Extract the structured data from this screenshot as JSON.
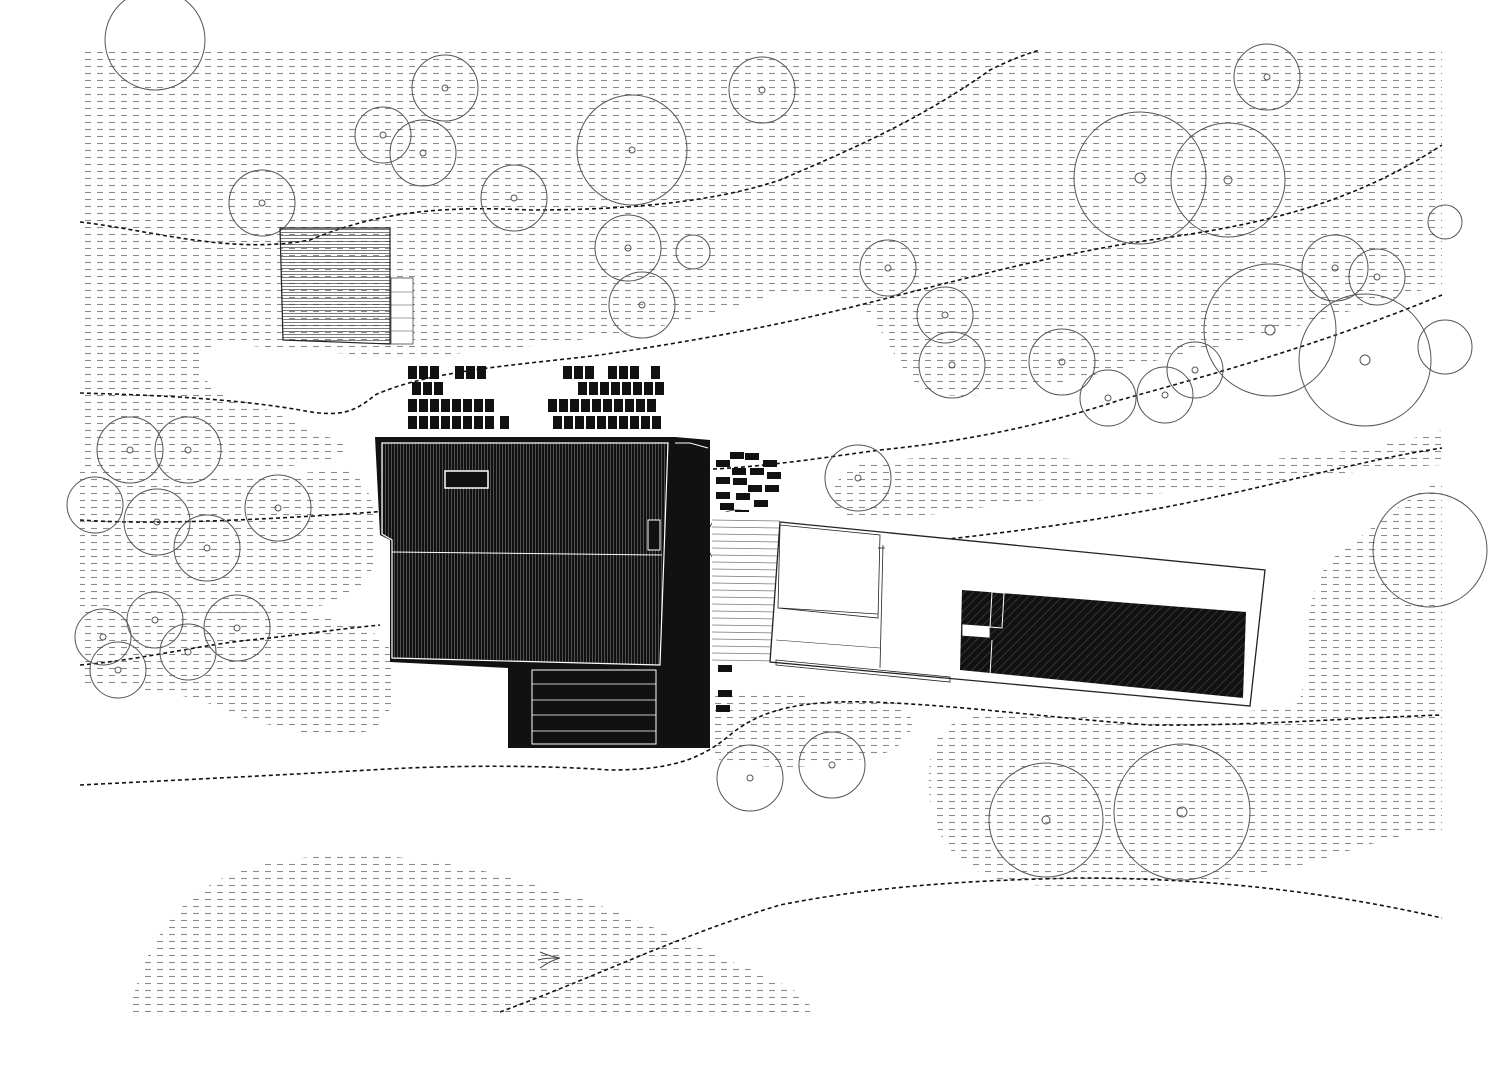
{
  "drawing": {
    "type": "architectural site plan",
    "colors": {
      "ink": "#111111",
      "hatch": "#8a8a8a",
      "paper": "#ffffff",
      "tree_outline": "#555555"
    },
    "elements": [
      "terrain-hatch",
      "contour-lines",
      "tree-canopies",
      "main-house-roof",
      "stepping-stones",
      "shed",
      "pool-annex",
      "pool",
      "north-arrow-icon"
    ]
  }
}
